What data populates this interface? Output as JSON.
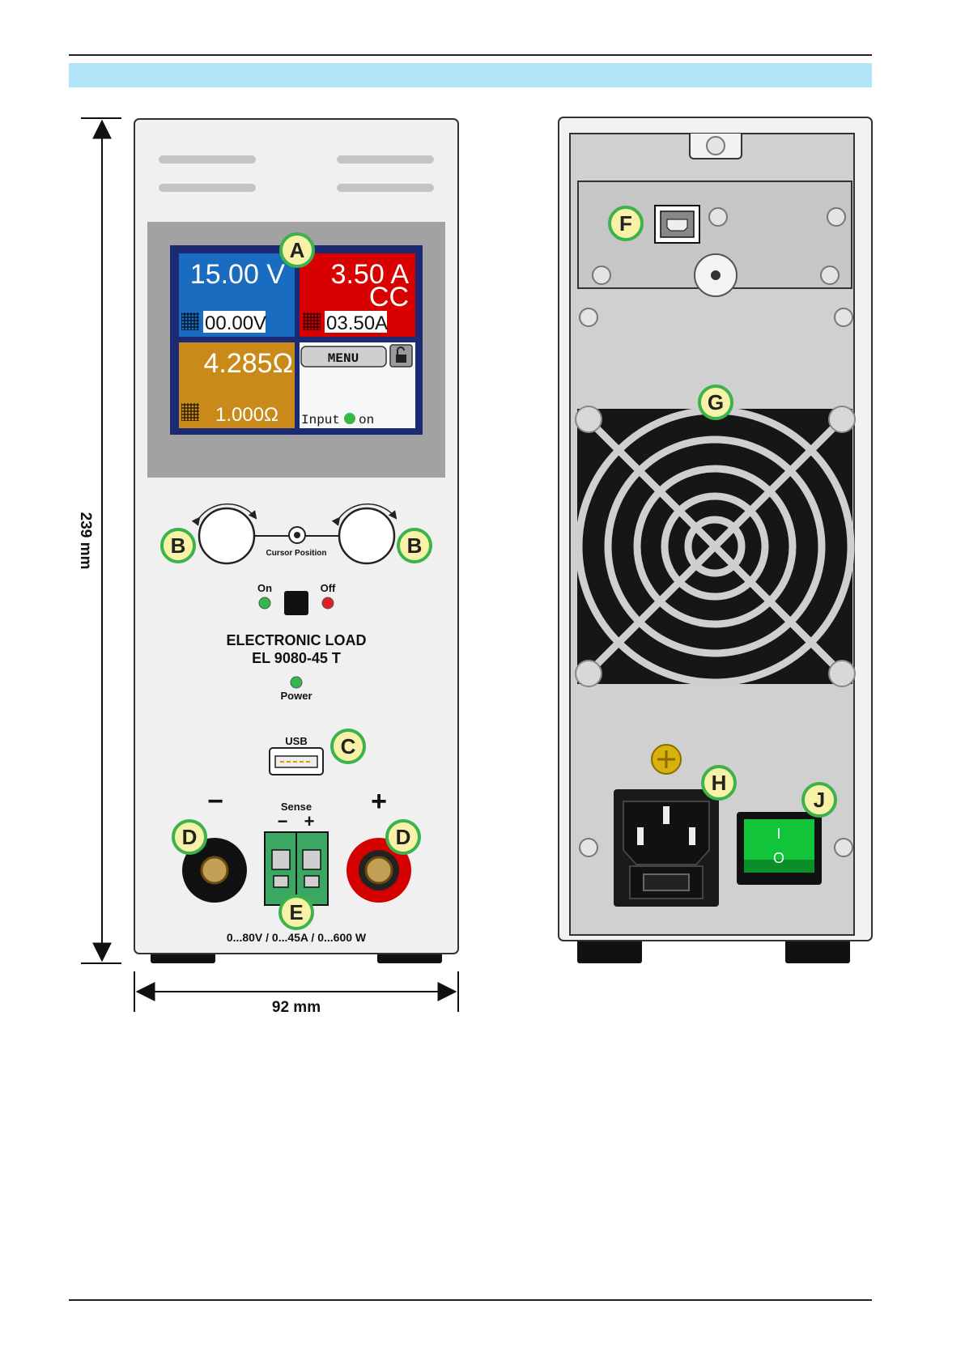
{
  "dimensions": {
    "height": "239 mm",
    "width": "92 mm"
  },
  "display": {
    "voltage_actual": "15.00 V",
    "voltage_set": "00.00V",
    "current_actual": "3.50 A",
    "current_mode": "CC",
    "current_set": "03.50A",
    "resistance_actual": "4.285Ω",
    "resistance_set": "1.000Ω",
    "menu_label": "MENU",
    "input_label": "Input",
    "input_state": "on"
  },
  "front_panel": {
    "cursor_position": "Cursor Position",
    "on_label": "On",
    "off_label": "Off",
    "product_line1": "ELECTRONIC LOAD",
    "product_line2": "EL 9080-45 T",
    "power_label": "Power",
    "usb_label": "USB",
    "minus_symbol": "−",
    "plus_symbol": "+",
    "sense_label": "Sense",
    "sense_minus": "−",
    "sense_plus": "+",
    "rating": "0...80V / 0...45A / 0...600 W"
  },
  "rear_panel": {
    "switch_on": "I",
    "switch_off": "O"
  },
  "callouts": {
    "a": "A",
    "b": "B",
    "c": "C",
    "d": "D",
    "e": "E",
    "f": "F",
    "g": "G",
    "h": "H",
    "j": "J"
  },
  "colors": {
    "header_band": "#b3e5f8",
    "voltage_tile": "#1a6cc0",
    "current_tile": "#d80000",
    "resistance_tile": "#c98a1a",
    "callout_fill": "#f7f2a8",
    "callout_ring": "#3cb34a",
    "switch_green": "#12c43a",
    "red_terminal": "#d50000"
  }
}
